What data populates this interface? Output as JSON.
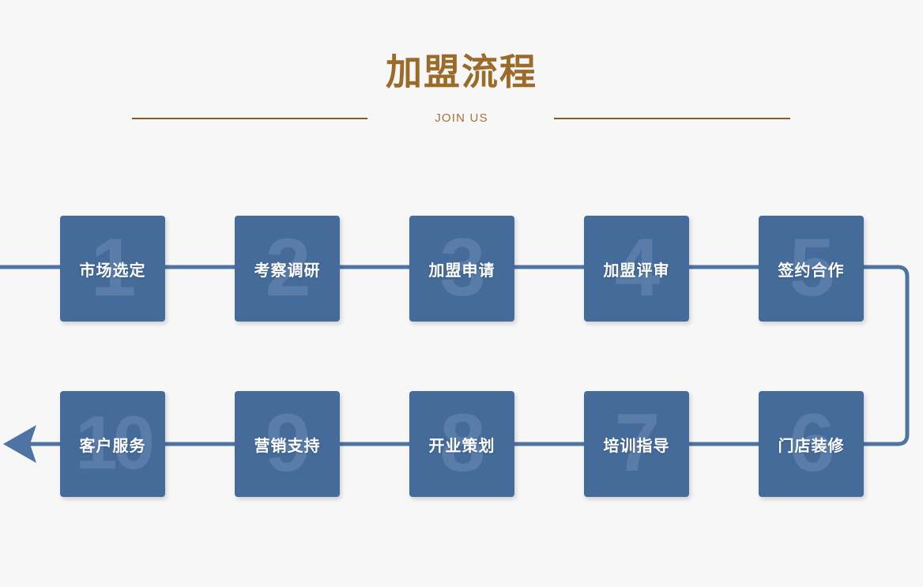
{
  "header": {
    "title": "加盟流程",
    "subtitle": "JOIN US",
    "title_color": "#9c6b2a",
    "rule_color": "#8a5d1e"
  },
  "theme": {
    "background": "#f7f7f7",
    "box_fill": "#456b9a",
    "number_fill": "#5a7ca8",
    "connector": "#4e74a4",
    "label_color": "#ffffff"
  },
  "flow": {
    "row1": [
      {
        "number": "1",
        "label": "市场选定"
      },
      {
        "number": "2",
        "label": "考察调研"
      },
      {
        "number": "3",
        "label": "加盟申请"
      },
      {
        "number": "4",
        "label": "加盟评审"
      },
      {
        "number": "5",
        "label": "签约合作"
      }
    ],
    "row2": [
      {
        "number": "10",
        "label": "客户服务"
      },
      {
        "number": "9",
        "label": "营销支持"
      },
      {
        "number": "8",
        "label": "开业策划"
      },
      {
        "number": "7",
        "label": "培训指导"
      },
      {
        "number": "6",
        "label": "门店装修"
      }
    ]
  }
}
